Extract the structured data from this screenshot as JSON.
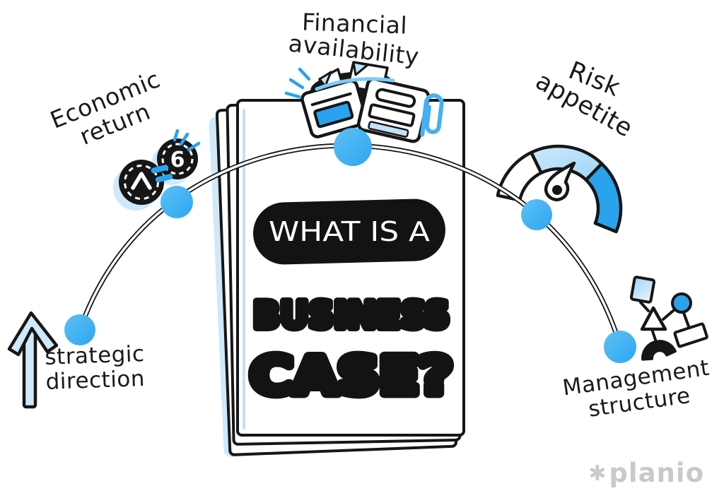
{
  "title": {
    "badge": "WHAT IS A",
    "line1": "BUSINESS",
    "line2": "CASE?"
  },
  "factors": {
    "economic_return": {
      "line1": "Economic",
      "line2": "return",
      "icon": "coins-icon",
      "coin_value": "6"
    },
    "financial_availability": {
      "line1": "Financial",
      "line2": "availability",
      "icon": "wallet-icon"
    },
    "risk_appetite": {
      "line1": "Risk",
      "line2": "appetite",
      "icon": "gauge-icon"
    },
    "strategic_direction": {
      "line1": "strategic",
      "line2": "direction",
      "icon": "arrow-up-icon"
    },
    "management_structure": {
      "line1": "Management",
      "line2": "structure",
      "icon": "org-chart-icon"
    }
  },
  "logo": {
    "asterisk": "✱",
    "text": "planio"
  },
  "colors": {
    "ink": "#161616",
    "accent_blue": "#2aa2ee",
    "dot_blue": "#41b1f1",
    "light_blue": "#bfe2fa",
    "pale_blue": "#d9edfb",
    "logo_gray": "#c9c9c9"
  }
}
